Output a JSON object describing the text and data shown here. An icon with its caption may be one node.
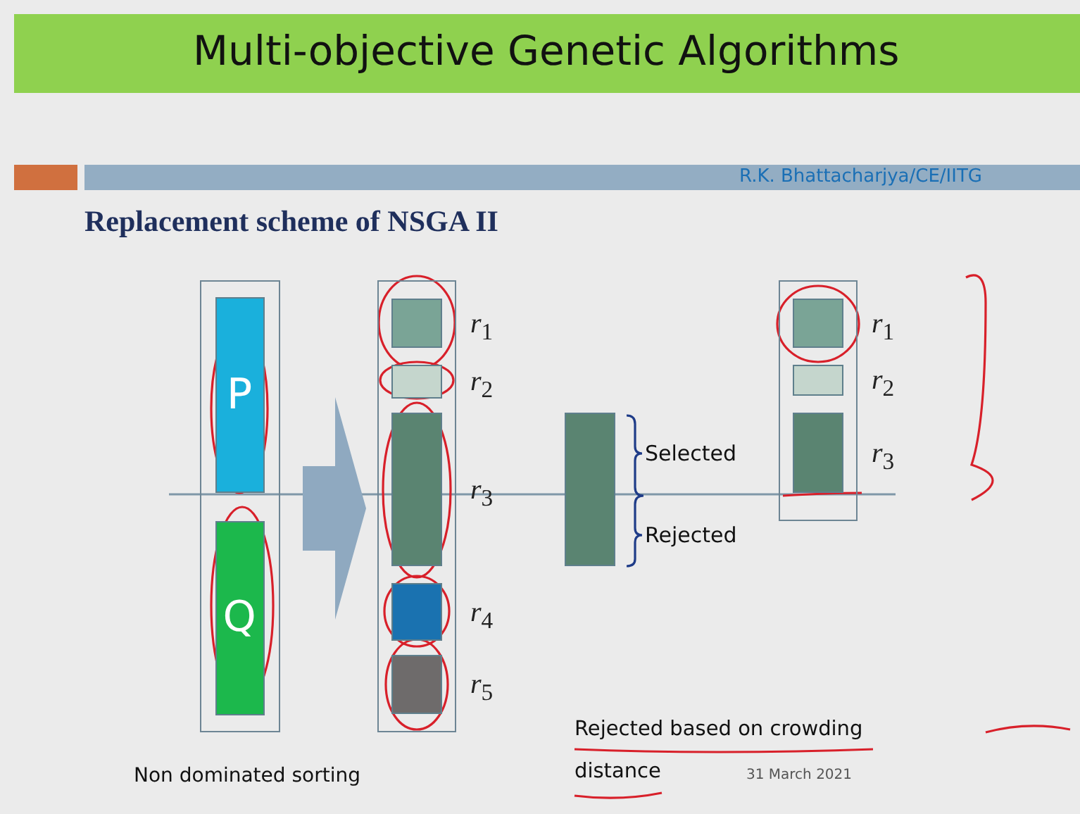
{
  "diagram": {
    "title": "Multi-objective Genetic Algorithms",
    "nodes": [
      {
        "text": [],
        "shape": "box"
      },
      {
        "text": [
          "P"
        ],
        "in": 0
      },
      {
        "text": [
          "Q"
        ],
        "in": 0
      },
      {
        "text": [],
        "shape": "box"
      },
      {
        "text": [],
        "shape": "box",
        "in": 3,
        "beside": [
          "*r*$_{1}$"
        ]
      },
      {
        "text": [],
        "shape": "box",
        "in": 3,
        "beside": [
          "*r*$_{2}$"
        ]
      },
      {
        "text": [],
        "shape": "box",
        "in": 3,
        "beside": [
          "*r*$_{3}$"
        ]
      },
      {
        "text": [],
        "shape": "box",
        "in": 3,
        "beside": [
          "*r*$_{4}$"
        ]
      },
      {
        "text": [],
        "shape": "box",
        "in": 3,
        "beside": [
          "*r*$_{5}$"
        ]
      },
      {
        "text": [],
        "shape": "box"
      },
      {
        "text": [],
        "shape": "box"
      },
      {
        "text": [],
        "shape": "box",
        "in": 10,
        "beside": [
          "*r*$_{1}$"
        ]
      },
      {
        "text": [],
        "shape": "box",
        "in": 10,
        "beside": [
          "*r*$_{2}$"
        ]
      },
      {
        "text": [],
        "shape": "box",
        "in": 10,
        "beside": [
          "*r*$_{3}$"
        ]
      }
    ],
    "edges": [
      {
        "from": 0,
        "to": 3,
        "arrow": "to",
        "style": "thick"
      }
    ],
    "labels": [
      "R.K. Bhattacharjya/CE/IITG",
      "Replacement scheme of NSGA II",
      "Selected",
      "Rejected",
      "Non dominated sorting",
      "Rejected based on crowding distance",
      "31 March 2021"
    ]
  }
}
